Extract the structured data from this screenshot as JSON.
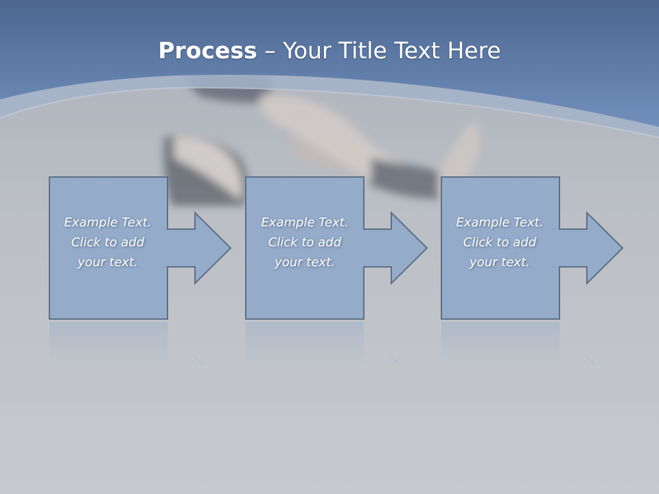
{
  "slide": {
    "title_bold": "Process",
    "title_rest": " – Your Title Text Here"
  },
  "steps": [
    {
      "line1": "Example Text.",
      "line2": "Click  to add",
      "line3": "your text."
    },
    {
      "line1": "Example Text.",
      "line2": "Click  to add",
      "line3": "your text."
    },
    {
      "line1": "Example Text.",
      "line2": "Click  to add",
      "line3": "your text."
    }
  ],
  "colors": {
    "header_blue": "#5e7fae",
    "shape_fill": "#94abca",
    "shape_stroke": "#5e6e86",
    "background_gray": "#c4c7cc"
  }
}
